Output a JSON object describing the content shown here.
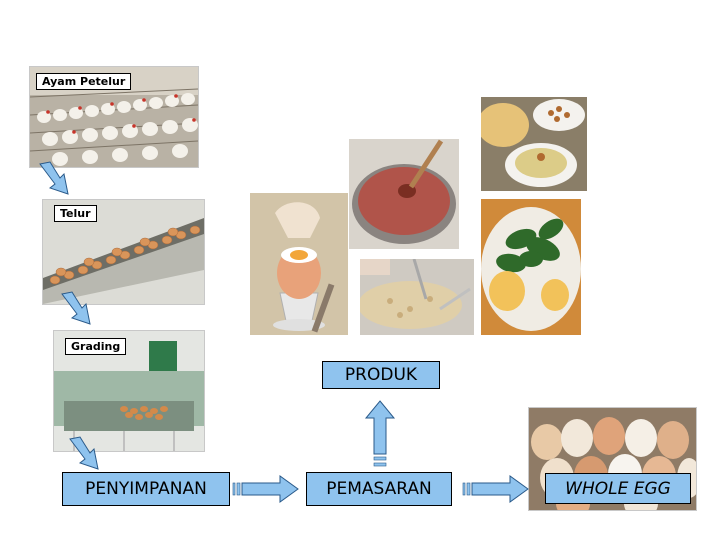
{
  "labels": {
    "ayam": "Ayam Petelur",
    "telur": "Telur",
    "grading": "Grading"
  },
  "boxes": {
    "produk": "PRODUK",
    "penyimpanan": "PENYIMPANAN",
    "pemasaran": "PEMASARAN",
    "whole_egg": "WHOLE EGG"
  },
  "colors": {
    "box_fill": "#8fc3ee",
    "arrow_fill": "#8fc3ee",
    "arrow_stroke": "#2a5a8a"
  },
  "images": [
    "chicken-farm-photo",
    "egg-conveyor-photo",
    "grading-machine-photo",
    "boiled-egg-photo",
    "sauce-pot-photo",
    "bread-plates-photo",
    "omelette-cutting-photo",
    "salad-egg-photo",
    "whole-eggs-photo"
  ]
}
